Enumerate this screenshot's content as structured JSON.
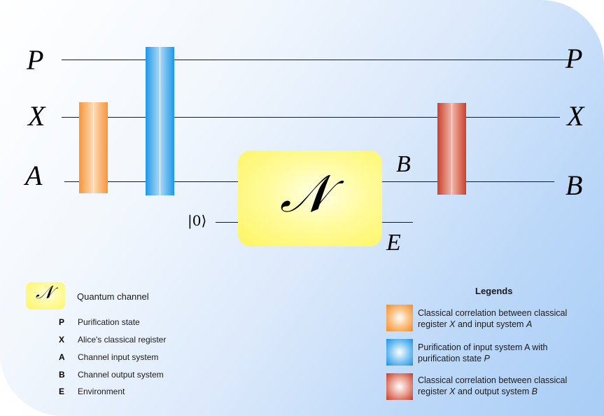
{
  "circuit": {
    "left_labels": [
      "P",
      "X",
      "A"
    ],
    "right_labels": [
      "P",
      "X",
      "B"
    ],
    "channel_symbol": "𝒩",
    "ancilla_input": "|0⟩",
    "channel_output_b": "B",
    "channel_output_e": "E"
  },
  "legend_left": {
    "channel_symbol": "𝒩",
    "channel_label": "Quantum channel",
    "items": [
      {
        "key": "P",
        "text": "Purification state"
      },
      {
        "key": "X",
        "text": "Alice's classical register"
      },
      {
        "key": "A",
        "text": "Channel input system"
      },
      {
        "key": "B",
        "text": "Channel output system"
      },
      {
        "key": "E",
        "text": "Environment"
      }
    ]
  },
  "legend_right": {
    "title": "Legends",
    "items": [
      {
        "color": "orange",
        "line1": "Classical correlation between classical",
        "line2_parts": [
          "register ",
          "X",
          " and input system ",
          "A"
        ]
      },
      {
        "color": "blue",
        "line1": "Purification of input system A with",
        "line2_parts": [
          "purification state ",
          "P"
        ]
      },
      {
        "color": "red",
        "line1": "Classical correlation between classical",
        "line2_parts": [
          "register ",
          "X",
          " and output system ",
          "B"
        ]
      }
    ]
  },
  "colors": {
    "orange": "#f7953a",
    "blue": "#1f97e6",
    "red": "#c9402a",
    "channel_yellow": "#fdf560"
  }
}
